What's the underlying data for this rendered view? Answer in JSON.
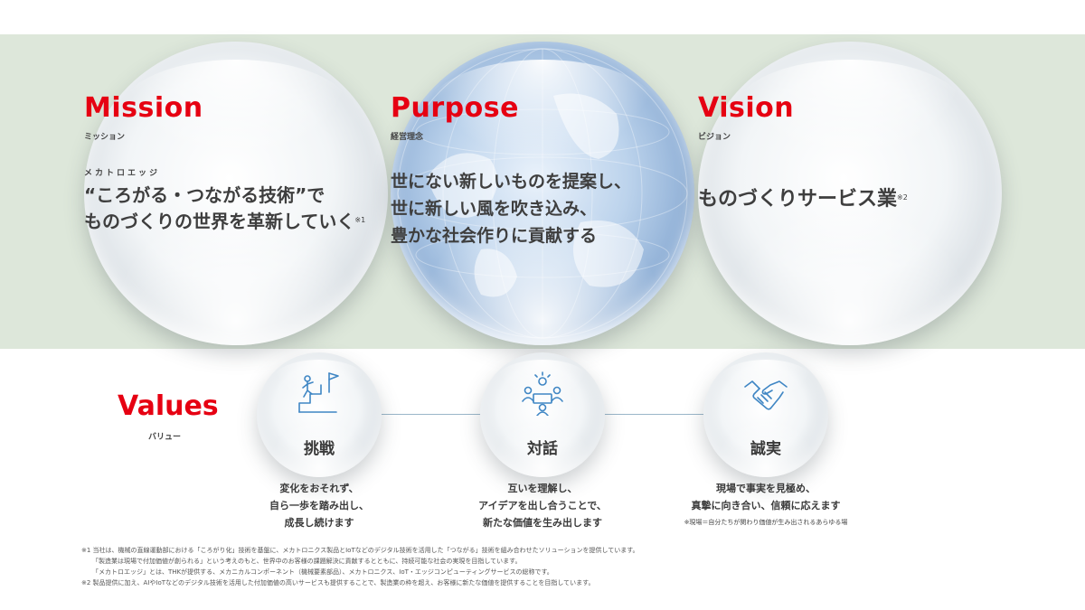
{
  "mission": {
    "heading_en": "Mission",
    "heading_ja": "ミッション",
    "ruby": "メカトロエッジ",
    "line1": "“ころがる・つながる技術”で",
    "line2": "ものづくりの世界を革新していく",
    "note_mark": "※1"
  },
  "purpose": {
    "heading_en": "Purpose",
    "heading_ja": "経営理念",
    "line1": "世にない新しいものを提案し、",
    "line2": "世に新しい風を吹き込み、",
    "line3": "豊かな社会作りに貢献する"
  },
  "vision": {
    "heading_en": "Vision",
    "heading_ja": "ビジョン",
    "line1": "ものづくりサービス業",
    "note_mark": "※2"
  },
  "values": {
    "heading_en": "Values",
    "heading_ja": "バリュー",
    "items": [
      {
        "icon": "climbing-stairs-flag-icon",
        "label": "挑戦",
        "desc": [
          "変化をおそれず、",
          "自ら一歩を踏み出し、",
          "成長し続けます"
        ]
      },
      {
        "icon": "team-discussion-icon",
        "label": "対話",
        "desc": [
          "互いを理解し、",
          "アイデアを出し合うことで、",
          "新たな価値を生み出します"
        ]
      },
      {
        "icon": "handshake-icon",
        "label": "誠実",
        "desc": [
          "現場で事実を見極め、",
          "真摯に向き合い、信頼に応えます"
        ],
        "note": "※現場＝自分たちが関わり価値が生み出されるあらゆる場"
      }
    ]
  },
  "colors": {
    "accent": "#e60012",
    "band": "#dde7da",
    "text": "#3a3a3a"
  },
  "footnotes": {
    "n1_line1": "※1 当社は、機械の直線運動部における「ころがり化」技術を基盤に、メカトロニクス製品とIoTなどのデジタル技術を活用した「つながる」技術を組み合わせたソリューションを提供しています。",
    "n1_line2": "「製造業は現場で付加価値が創られる」という考えのもと、世界中のお客様の課題解決に貢献するとともに、持続可能な社会の実現を目指しています。",
    "n1_line3": "「メカトロエッジ」とは、THKが提供する、メカニカルコンポーネント（機械要素部品）、メカトロニクス、IoT・エッジコンピューティングサービスの総称です。",
    "n2": "※2 製品提供に加え、AIやIoTなどのデジタル技術を活用した付加価値の高いサービスも提供することで、製造業の枠を超え、お客様に新たな価値を提供することを目指しています。"
  }
}
